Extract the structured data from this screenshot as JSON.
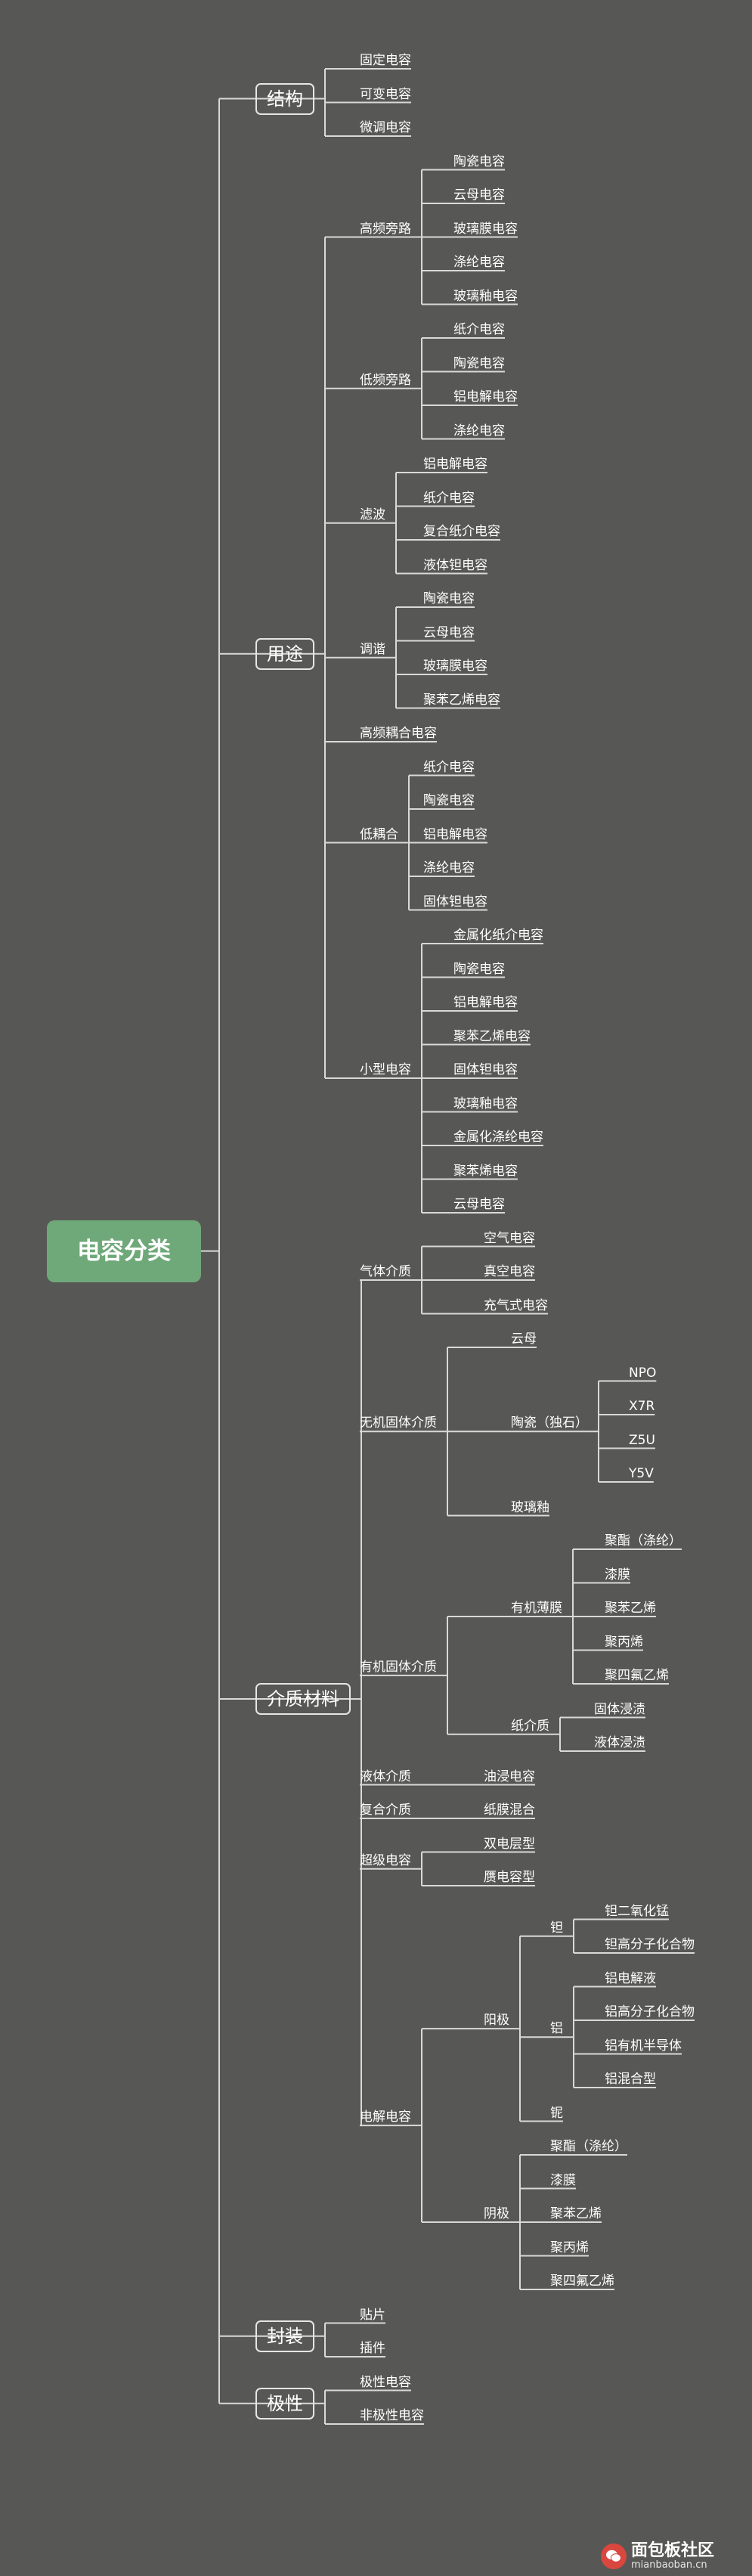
{
  "root": "电容分类",
  "colors": {
    "background": "#575855",
    "root_fill": "#6fa879",
    "line": "#d9d9d9",
    "text": "#ffffff"
  },
  "tree": [
    {
      "label": "结构",
      "children": [
        {
          "label": "固定电容"
        },
        {
          "label": "可变电容"
        },
        {
          "label": "微调电容"
        }
      ]
    },
    {
      "label": "用途",
      "children": [
        {
          "label": "高频旁路",
          "children": [
            {
              "label": "陶瓷电容"
            },
            {
              "label": "云母电容"
            },
            {
              "label": "玻璃膜电容"
            },
            {
              "label": "涤纶电容"
            },
            {
              "label": "玻璃釉电容"
            }
          ]
        },
        {
          "label": "低频旁路",
          "children": [
            {
              "label": "纸介电容"
            },
            {
              "label": "陶瓷电容"
            },
            {
              "label": "铝电解电容"
            },
            {
              "label": "涤纶电容"
            }
          ]
        },
        {
          "label": "滤波",
          "children": [
            {
              "label": "铝电解电容"
            },
            {
              "label": "纸介电容"
            },
            {
              "label": "复合纸介电容"
            },
            {
              "label": "液体钽电容"
            }
          ]
        },
        {
          "label": "调谐",
          "children": [
            {
              "label": "陶瓷电容"
            },
            {
              "label": "云母电容"
            },
            {
              "label": "玻璃膜电容"
            },
            {
              "label": "聚苯乙烯电容"
            }
          ]
        },
        {
          "label": "高频耦合电容"
        },
        {
          "label": "低耦合",
          "children": [
            {
              "label": "纸介电容"
            },
            {
              "label": "陶瓷电容"
            },
            {
              "label": "铝电解电容"
            },
            {
              "label": "涤纶电容"
            },
            {
              "label": "固体钽电容"
            }
          ]
        },
        {
          "label": "小型电容",
          "children": [
            {
              "label": "金属化纸介电容"
            },
            {
              "label": "陶瓷电容"
            },
            {
              "label": "铝电解电容"
            },
            {
              "label": "聚苯乙烯电容"
            },
            {
              "label": "固体钽电容"
            },
            {
              "label": "玻璃釉电容"
            },
            {
              "label": "金属化涤纶电容"
            },
            {
              "label": "聚苯烯电容"
            },
            {
              "label": "云母电容"
            }
          ]
        }
      ]
    },
    {
      "label": "介质材料",
      "children": [
        {
          "label": "气体介质",
          "children": [
            {
              "label": "空气电容"
            },
            {
              "label": "真空电容"
            },
            {
              "label": "充气式电容"
            }
          ]
        },
        {
          "label": "无机固体介质",
          "children": [
            {
              "label": "云母"
            },
            {
              "label": "陶瓷（独石）",
              "children": [
                {
                  "label": "NPO"
                },
                {
                  "label": "X7R"
                },
                {
                  "label": "Z5U"
                },
                {
                  "label": "Y5V"
                }
              ]
            },
            {
              "label": "玻璃釉"
            }
          ]
        },
        {
          "label": "有机固体介质",
          "children": [
            {
              "label": "有机薄膜",
              "children": [
                {
                  "label": "聚酯（涤纶）"
                },
                {
                  "label": "漆膜"
                },
                {
                  "label": "聚苯乙烯"
                },
                {
                  "label": "聚丙烯"
                },
                {
                  "label": "聚四氟乙烯"
                }
              ]
            },
            {
              "label": "纸介质",
              "children": [
                {
                  "label": "固体浸渍"
                },
                {
                  "label": "液体浸渍"
                }
              ]
            }
          ]
        },
        {
          "label": "液体介质",
          "children": [
            {
              "label": "油浸电容"
            }
          ]
        },
        {
          "label": "复合介质",
          "children": [
            {
              "label": "纸膜混合"
            }
          ]
        },
        {
          "label": "超级电容",
          "children": [
            {
              "label": "双电层型"
            },
            {
              "label": "赝电容型"
            }
          ]
        },
        {
          "label": "电解电容",
          "children": [
            {
              "label": "阳极",
              "children": [
                {
                  "label": "钽",
                  "children": [
                    {
                      "label": "钽二氧化锰"
                    },
                    {
                      "label": "钽高分子化合物"
                    }
                  ]
                },
                {
                  "label": "铝",
                  "children": [
                    {
                      "label": "铝电解液"
                    },
                    {
                      "label": "铝高分子化合物"
                    },
                    {
                      "label": "铝有机半导体"
                    },
                    {
                      "label": "铝混合型"
                    }
                  ]
                },
                {
                  "label": "铌"
                }
              ]
            },
            {
              "label": "阴极",
              "children": [
                {
                  "label": "聚酯（涤纶）"
                },
                {
                  "label": "漆膜"
                },
                {
                  "label": "聚苯乙烯"
                },
                {
                  "label": "聚丙烯"
                },
                {
                  "label": "聚四氟乙烯"
                }
              ]
            }
          ]
        }
      ]
    },
    {
      "label": "封装",
      "children": [
        {
          "label": "贴片"
        },
        {
          "label": "插件"
        }
      ]
    },
    {
      "label": "极性",
      "children": [
        {
          "label": "极性电容"
        },
        {
          "label": "非极性电容"
        }
      ]
    }
  ],
  "watermark": {
    "title": "面包板社区",
    "url": "mianbaoban.cn"
  }
}
